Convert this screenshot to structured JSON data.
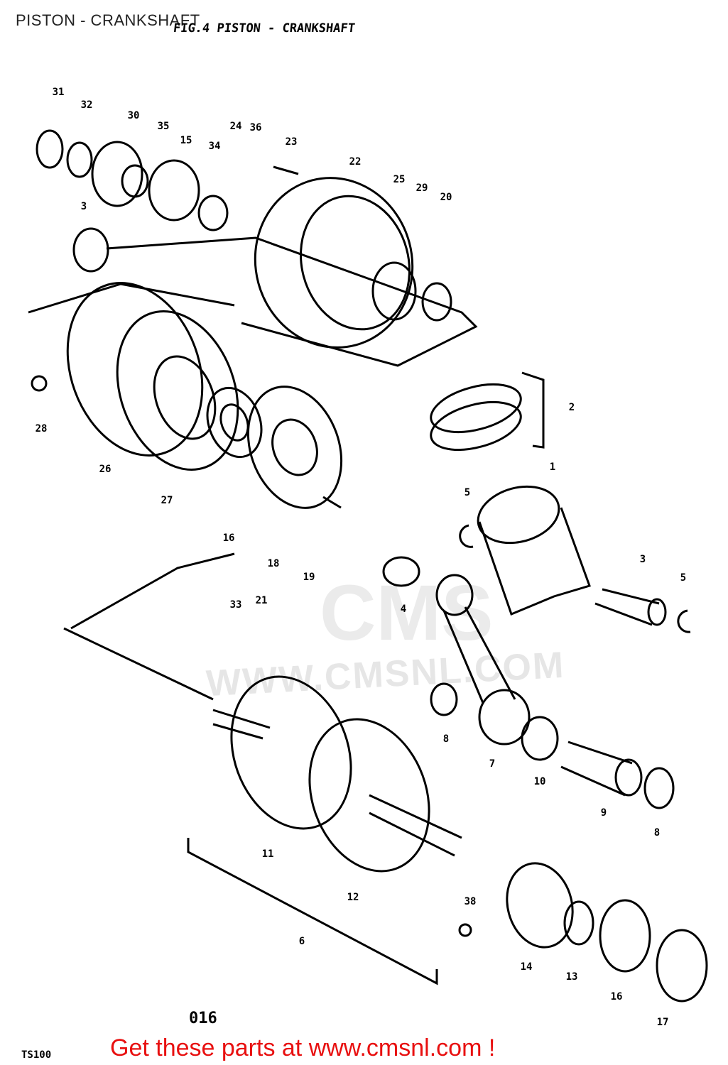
{
  "page_title": "PISTON - CRANKSHAFT",
  "figure_title": "FIG.4  PISTON - CRANKSHAFT",
  "watermark_logo": "CMS",
  "watermark_url": "WWW.CMSNL.COM",
  "page_number": "016",
  "model_code": "TS100",
  "footer_link": "Get these parts at www.cmsnl.com !",
  "colors": {
    "footer": "#e81010",
    "ink": "#000000",
    "watermark": "#e6e6e6"
  },
  "callouts": [
    "31",
    "32",
    "30",
    "35",
    "15",
    "34",
    "24",
    "36",
    "23",
    "22",
    "25",
    "29",
    "20",
    "3",
    "28",
    "26",
    "27",
    "16",
    "18",
    "19",
    "2",
    "1",
    "5",
    "3",
    "5",
    "4",
    "33",
    "21",
    "8",
    "7",
    "10",
    "9",
    "8",
    "11",
    "12",
    "6",
    "38",
    "14",
    "13",
    "16",
    "17"
  ]
}
